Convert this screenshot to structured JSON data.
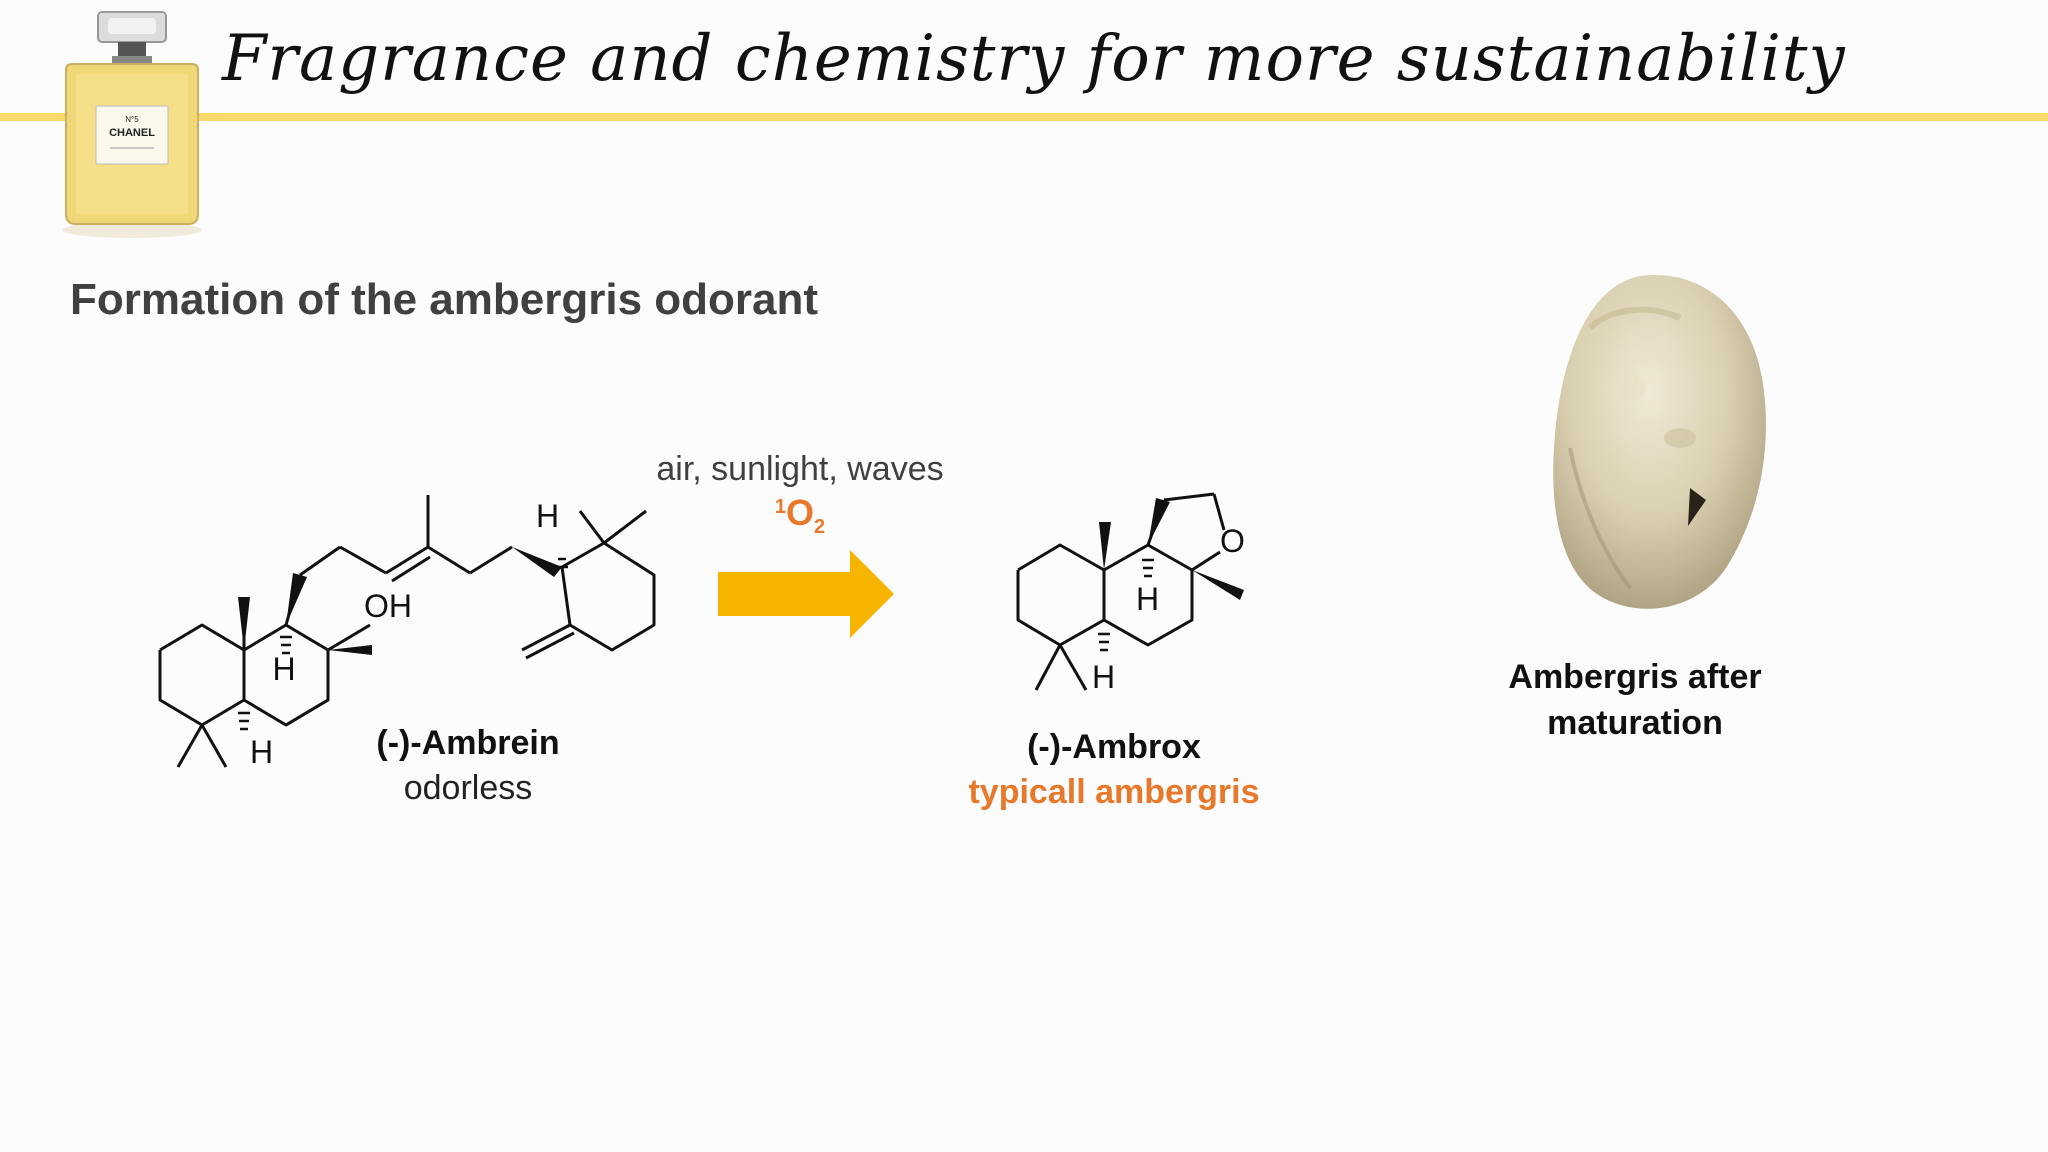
{
  "header": {
    "title": "Fragrance and chemistry for more sustainability",
    "logo_label": "CHANEL",
    "accent_color": "#fada6a"
  },
  "slide": {
    "subtitle": "Formation of the ambergris odorant"
  },
  "reaction": {
    "conditions": "air, sunlight, waves",
    "reagent_prefix": "1",
    "reagent_main": "O",
    "reagent_sub": "2",
    "reagent_color": "#e8792b",
    "arrow_color": "#f7b500"
  },
  "reactant": {
    "name": "(-)-Ambrein",
    "description": "odorless",
    "atoms": {
      "oh": "OH",
      "h1": "H",
      "h2": "H",
      "h3": "H"
    }
  },
  "product": {
    "name": "(-)-Ambrox",
    "description": "typicall ambergris",
    "atoms": {
      "o": "O",
      "h1": "H",
      "h2": "H"
    }
  },
  "ambergris": {
    "label_line1": "Ambergris after",
    "label_line2": "maturation"
  }
}
